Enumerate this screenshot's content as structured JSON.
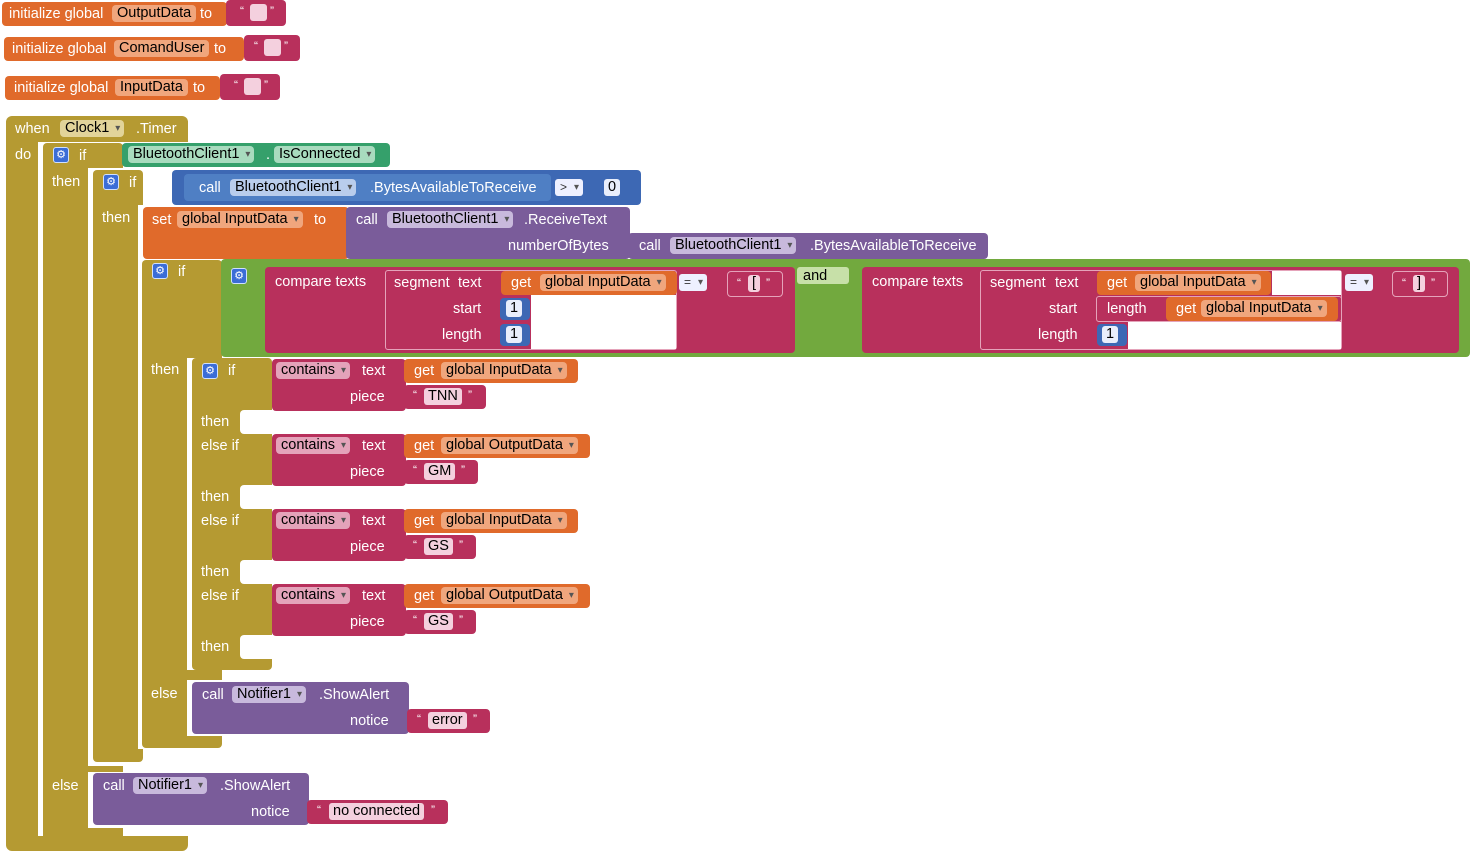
{
  "globals": [
    {
      "label": "initialize global",
      "var": "OutputData",
      "to": "to"
    },
    {
      "label": "initialize global",
      "var": "ComandUser",
      "to": "to"
    },
    {
      "label": "initialize global",
      "var": "InputData",
      "to": "to"
    }
  ],
  "event": {
    "when": "when",
    "component": "Clock1",
    "event": ".Timer",
    "do": "do"
  },
  "if1": {
    "if": "if",
    "component": "BluetoothClient1",
    "dot": ".",
    "prop": "IsConnected",
    "then": "then",
    "else": "else"
  },
  "if2": {
    "if": "if",
    "call": "call",
    "component": "BluetoothClient1",
    "method": ".BytesAvailableToReceive",
    "op": ">",
    "value": "0",
    "then": "then"
  },
  "set": {
    "set": "set",
    "var": "global InputData",
    "to": "to",
    "call": "call",
    "component": "BluetoothClient1",
    "method": ".ReceiveText",
    "param": "numberOfBytes",
    "call2": "call",
    "component2": "BluetoothClient1",
    "method2": ".BytesAvailableToReceive"
  },
  "if3": {
    "if": "if",
    "then": "then",
    "else": "else",
    "and": "and",
    "left": {
      "label": "compare texts",
      "segment": "segment",
      "text": "text",
      "get": "get",
      "var": "global InputData",
      "start": "start",
      "start_val": "1",
      "length": "length",
      "length_val": "1",
      "op": "=",
      "str": "["
    },
    "right": {
      "label": "compare texts",
      "segment": "segment",
      "text": "text",
      "get": "get",
      "var": "global InputData",
      "start": "start",
      "length_fn": "length",
      "get2": "get",
      "var2": "global InputData",
      "length": "length",
      "length_val": "1",
      "op": "=",
      "str": "]"
    }
  },
  "if4": {
    "if": "if",
    "then": "then",
    "elseif": "else if",
    "conditions": [
      {
        "fn": "contains",
        "text": "text",
        "get": "get",
        "var": "global InputData",
        "piece": "piece",
        "value": "TNN"
      },
      {
        "fn": "contains",
        "text": "text",
        "get": "get",
        "var": "global OutputData",
        "piece": "piece",
        "value": "GM"
      },
      {
        "fn": "contains",
        "text": "text",
        "get": "get",
        "var": "global InputData",
        "piece": "piece",
        "value": "GS"
      },
      {
        "fn": "contains",
        "text": "text",
        "get": "get",
        "var": "global OutputData",
        "piece": "piece",
        "value": "GS"
      }
    ]
  },
  "alert1": {
    "call": "call",
    "component": "Notifier1",
    "method": ".ShowAlert",
    "notice": "notice",
    "text": "error"
  },
  "alert2": {
    "call": "call",
    "component": "Notifier1",
    "method": ".ShowAlert",
    "notice": "notice",
    "text": "no connected"
  },
  "quote_open": "“",
  "quote_close": "”",
  "colors": {
    "variables": "#e06a2b",
    "text": "#b8305c",
    "control": "#b59a32",
    "bluetooth": "#4f7fc4",
    "clock": "#35a06b",
    "notifier": "#7a5c9a",
    "logic": "#72a93e",
    "math": "#3d68b4"
  }
}
